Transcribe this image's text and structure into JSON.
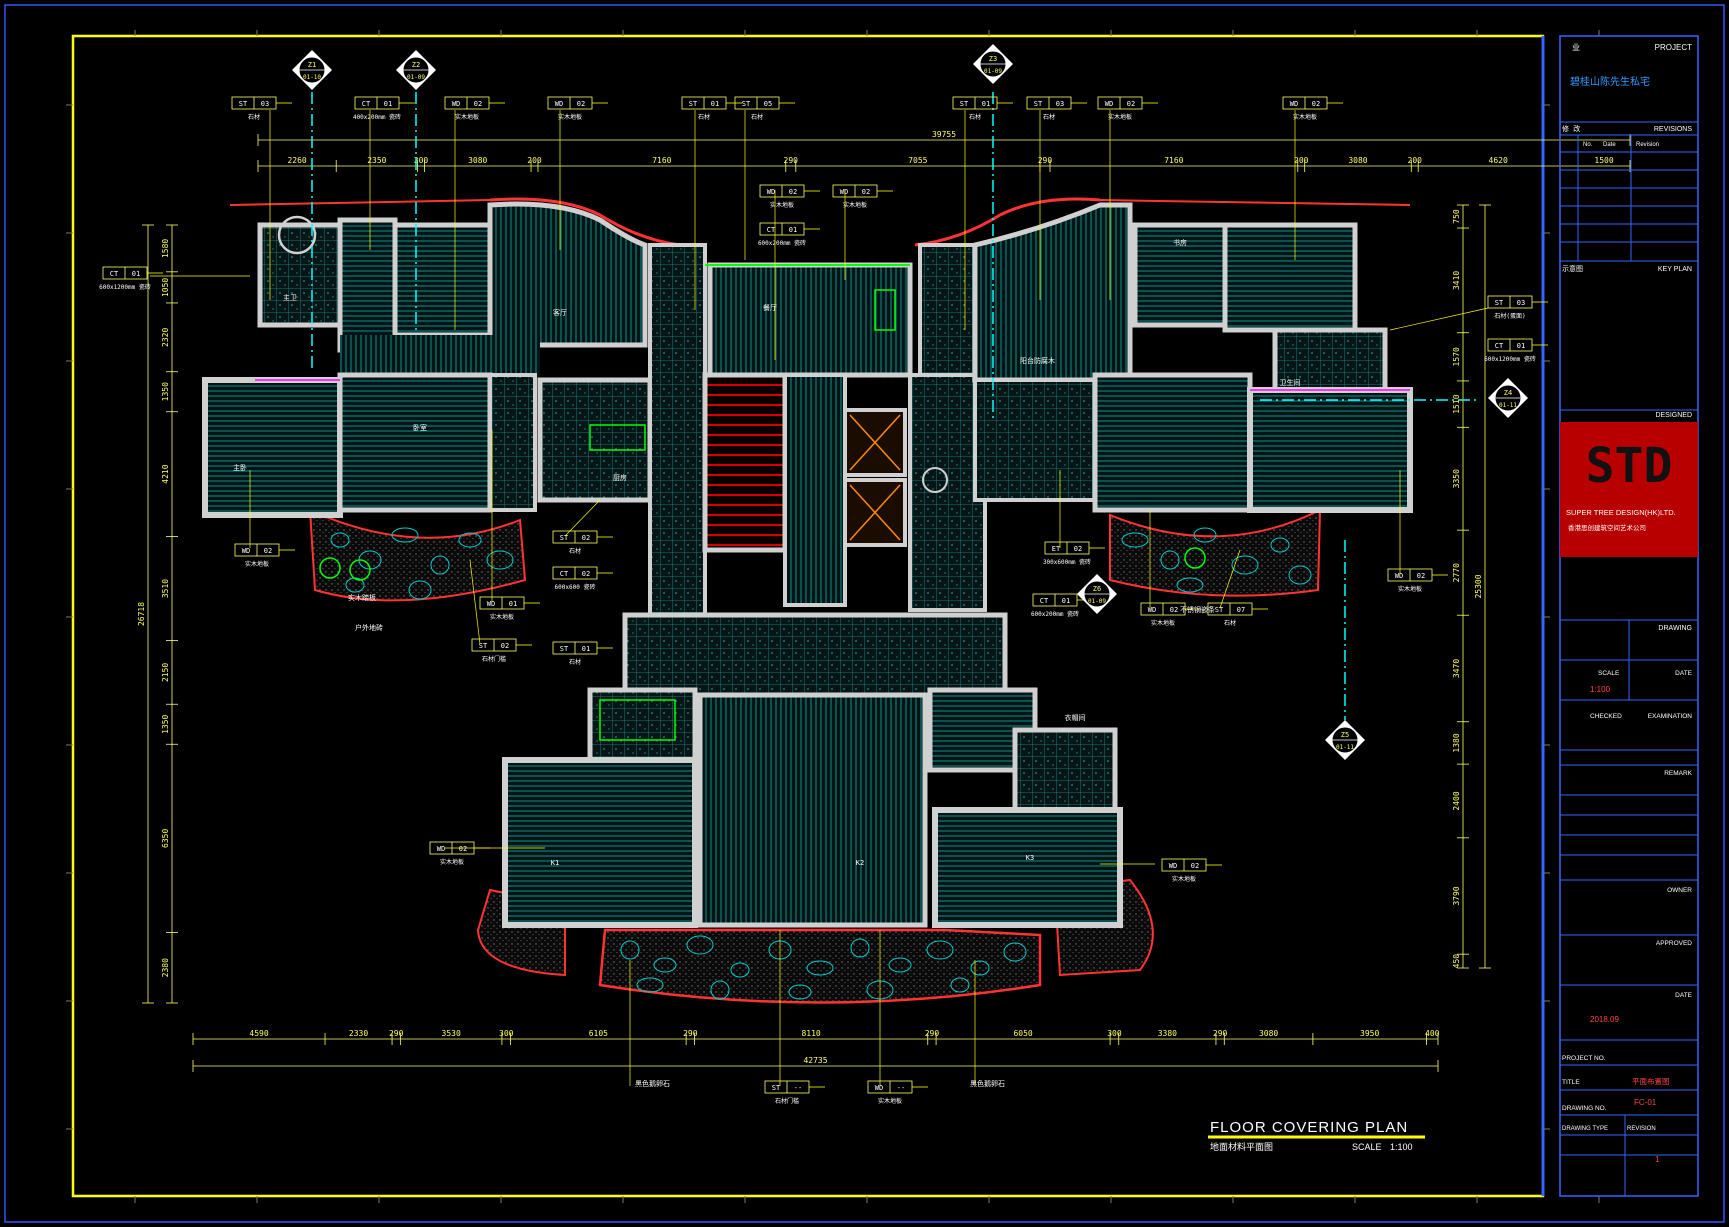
{
  "drawing": {
    "title": "FLOOR  COVERING  PLAN",
    "subtitle": "地面材料平面图",
    "scale_label": "SCALE",
    "scale_value": "1:100"
  },
  "title_block": {
    "project_header_left": "业",
    "project_header_right": "PROJECT",
    "project_name": "碧桂山陈先生私宅",
    "revisions_left": "修 改",
    "revisions_right": "REVISIONS",
    "rev_col_no": "No.",
    "rev_col_date": "Date",
    "rev_col_desc": "Revision",
    "keyplan_left": "示意图",
    "keyplan_right": "KEY PLAN",
    "designed_label": "DESIGNED",
    "company_logo": "STD",
    "company_name": "SUPER TREE DESIGN(HK)LTD.",
    "company_cn": "香港思创建筑空间艺术公司",
    "drawing_label": "DRAWING",
    "scale_label": "SCALE",
    "date_label": "DATE",
    "scale_value": "1:100",
    "checked_label": "CHECKED",
    "examination_label": "EXAMINATION",
    "remark_label": "REMARK",
    "owner_label": "OWNER",
    "approved_label": "APPROVED",
    "date2_label": "DATE",
    "date_value": "2018.09",
    "project_no_label": "PROJECT NO.",
    "title_label": "TITLE",
    "title_value": "平面布置图",
    "drawing_no_label": "DRAWING NO.",
    "drawing_no_value": "FC-01",
    "drawing_type_label": "DRAWING TYPE",
    "revision_label": "REVISION",
    "revision_value": "1"
  },
  "dims_top": [
    "2260",
    "2350",
    "200",
    "3080",
    "200",
    "7160",
    "290",
    "7055",
    "290",
    "7160",
    "200",
    "3080",
    "200",
    "4620",
    "1500"
  ],
  "dim_top_total": "39755",
  "dims_bottom": [
    "4590",
    "2330",
    "290",
    "3530",
    "300",
    "6105",
    "290",
    "8110",
    "290",
    "6050",
    "300",
    "3380",
    "290",
    "3080",
    "3950",
    "400"
  ],
  "dim_bottom_total": "42735",
  "dims_left": [
    "1580",
    "1050",
    "2320",
    "1350",
    "4210",
    "3510",
    "2150",
    "1350",
    "6350",
    "2380"
  ],
  "dim_left_total": "26718",
  "dims_right": [
    "750",
    "3410",
    "1570",
    "1510",
    "3350",
    "2770",
    "3470",
    "1380",
    "2400",
    "3790",
    "450"
  ],
  "dim_right_total": "25300",
  "material_tags": [
    {
      "code": "ST",
      "num": "03",
      "note": "石材"
    },
    {
      "code": "CT",
      "num": "01",
      "note": "400x200mm 瓷砖"
    },
    {
      "code": "WD",
      "num": "02",
      "note": "实木地板"
    },
    {
      "code": "WD",
      "num": "02",
      "note": "实木地板"
    },
    {
      "code": "ST",
      "num": "01",
      "note": "石材"
    },
    {
      "code": "ST",
      "num": "05",
      "note": "石材"
    },
    {
      "code": "ST",
      "num": "01",
      "note": "石材"
    },
    {
      "code": "ST",
      "num": "03",
      "note": "石材"
    },
    {
      "code": "WD",
      "num": "02",
      "note": "实木地板"
    },
    {
      "code": "WD",
      "num": "02",
      "note": "实木地板"
    },
    {
      "code": "CT",
      "num": "01",
      "note": "600x1200mm 瓷砖"
    },
    {
      "code": "ST",
      "num": "03",
      "note": "石材(蛋面)"
    },
    {
      "code": "CT",
      "num": "01",
      "note": "600x1200mm 瓷砖"
    },
    {
      "code": "WD",
      "num": "02",
      "note": "实木地板"
    },
    {
      "code": "WD",
      "num": "01",
      "note": "实木地板"
    },
    {
      "code": "ST",
      "num": "02",
      "note": "石材门槛"
    },
    {
      "code": "ST",
      "num": "02",
      "note": "石材"
    },
    {
      "code": "CT",
      "num": "02",
      "note": "600x600 瓷砖"
    },
    {
      "code": "ST",
      "num": "01",
      "note": "石材"
    },
    {
      "code": "ET",
      "num": "02",
      "note": "300x600mm 瓷砖"
    },
    {
      "code": "CT",
      "num": "01",
      "note": "600x200mm 瓷砖"
    },
    {
      "code": "WD",
      "num": "02",
      "note": "实木地板"
    },
    {
      "code": "ST",
      "num": "07",
      "note": "石材"
    },
    {
      "code": "WD",
      "num": "02",
      "note": "实木地板"
    },
    {
      "code": "WD",
      "num": "02",
      "note": "实木地板"
    },
    {
      "code": "CT",
      "num": "01",
      "note": "600x200mm 瓷砖"
    },
    {
      "code": "WD",
      "num": "02",
      "note": "实木地板"
    },
    {
      "code": "WD",
      "num": "02",
      "note": "实木地板"
    },
    {
      "code": "WD",
      "num": "02",
      "note": "实木地板"
    },
    {
      "code": "ST",
      "num": "--",
      "note": "石材门槛"
    },
    {
      "code": "WD",
      "num": "--",
      "note": "实木地板"
    }
  ],
  "section_markers": [
    {
      "num": "Z1",
      "ref": "01-10"
    },
    {
      "num": "Z2",
      "ref": "01-09"
    },
    {
      "num": "Z3",
      "ref": "01-09"
    },
    {
      "num": "Z4",
      "ref": "01-11"
    },
    {
      "num": "Z5",
      "ref": "01-11"
    },
    {
      "num": "Z6",
      "ref": "01-09"
    }
  ],
  "annotations": [
    "实木踏板",
    "阳台防腐木",
    "户外地砖",
    "黑色鹅卵石",
    "黑色鹅卵石",
    "不锈钢嵌条"
  ],
  "room_labels": [
    "主卧",
    "卧室",
    "客厅",
    "餐厅",
    "厨房",
    "主卫",
    "卫生间",
    "书房",
    "K1",
    "K2",
    "K3",
    "衣帽间"
  ],
  "colors": {
    "frame": "#ffff00",
    "wall": "#c8c8c8",
    "floor_hatch": "#00aaaa",
    "dimension": "#ffff66",
    "leader": "#ffff00",
    "accent_red": "#cc0000",
    "green": "#00ff00",
    "cyan": "#00ffff",
    "magenta": "#ff00ff",
    "titleblock_line": "#3366ff",
    "logo_bg": "#bb0000"
  }
}
